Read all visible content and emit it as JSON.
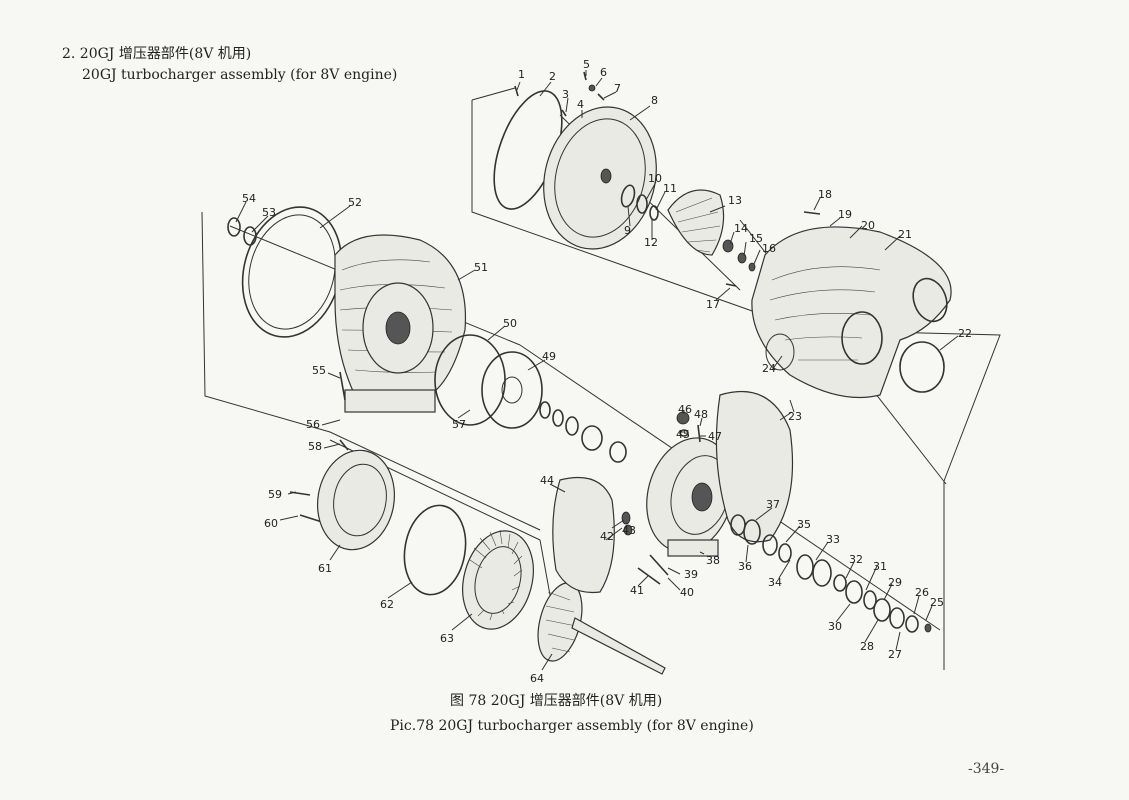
{
  "header": {
    "section_title": "2. 20GJ 增压器部件(8V 机用)",
    "section_subtitle": "20GJ turbocharger assembly (for 8V engine)"
  },
  "caption": {
    "cn": "图 78 20GJ 增压器部件(8V 机用)",
    "en": "Pic.78 20GJ turbocharger assembly (for 8V engine)"
  },
  "page_number": "-349-",
  "part_labels": [
    "1",
    "2",
    "3",
    "4",
    "5",
    "6",
    "7",
    "8",
    "9",
    "10",
    "11",
    "12",
    "13",
    "14",
    "15",
    "16",
    "17",
    "18",
    "19",
    "20",
    "21",
    "22",
    "23",
    "24",
    "25",
    "26",
    "27",
    "28",
    "29",
    "30",
    "31",
    "32",
    "33",
    "34",
    "35",
    "36",
    "37",
    "38",
    "39",
    "40",
    "41",
    "42",
    "43",
    "44",
    "45",
    "46",
    "47",
    "48",
    "49",
    "50",
    "51",
    "52",
    "53",
    "54",
    "55",
    "56",
    "57",
    "58",
    "59",
    "60",
    "61",
    "62",
    "63",
    "64"
  ]
}
